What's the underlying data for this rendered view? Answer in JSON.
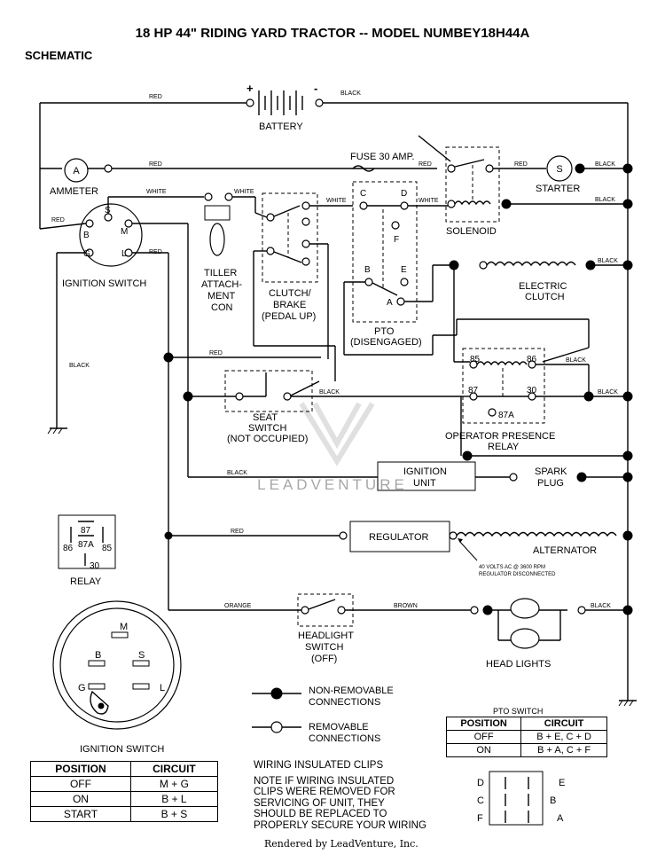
{
  "title": "18 HP 44\" RIDING YARD TRACTOR -- MODEL NUMBEY18H44A",
  "subtitle": "SCHEMATIC",
  "wires": {
    "red": "RED",
    "black": "BLACK",
    "white": "WHITE",
    "orange": "ORANGE",
    "brown": "BROWN"
  },
  "components": {
    "battery": "BATTERY",
    "battery_plus": "+",
    "battery_minus": "-",
    "fuse": "FUSE 30 AMP.",
    "ammeter": "AMMETER",
    "ammeter_symbol": "A",
    "starter": "STARTER",
    "starter_symbol": "S",
    "solenoid": "SOLENOID",
    "ignition_switch": "IGNITION SWITCH",
    "tiller": [
      "TILLER",
      "ATTACH-",
      "MENT",
      "CON"
    ],
    "clutch_brake": [
      "CLUTCH/",
      "BRAKE",
      "(PEDAL UP)"
    ],
    "pto": [
      "PTO",
      "(DISENGAGED)"
    ],
    "electric_clutch": [
      "ELECTRIC",
      "CLUTCH"
    ],
    "seat_switch": [
      "SEAT",
      "SWITCH",
      "(NOT OCCUPIED)"
    ],
    "operator_relay": [
      "OPERATOR PRESENCE",
      "RELAY"
    ],
    "ignition_unit": [
      "IGNITION",
      "UNIT"
    ],
    "spark_plug": [
      "SPARK",
      "PLUG"
    ],
    "regulator": "REGULATOR",
    "alternator": "ALTERNATOR",
    "alt_note": [
      "40 VOLTS AC @ 3600 RPM",
      "REGULATOR DISCONNECTED"
    ],
    "headlight_switch": [
      "HEADLIGHT",
      "SWITCH",
      "(OFF)"
    ],
    "head_lights": "HEAD LIGHTS",
    "relay": "RELAY",
    "ignition_switch_detail": "IGNITION SWITCH"
  },
  "terminals": {
    "ign": [
      "S",
      "B",
      "M",
      "G",
      "L"
    ],
    "pto": [
      "C",
      "D",
      "F",
      "B",
      "E",
      "A"
    ],
    "relay": [
      "85",
      "86",
      "87",
      "30",
      "87A"
    ]
  },
  "legend": {
    "non_removable": [
      "NON-REMOVABLE",
      "CONNECTIONS"
    ],
    "removable": [
      "REMOVABLE",
      "CONNECTIONS"
    ]
  },
  "pto_table": {
    "caption": "PTO SWITCH",
    "headers": [
      "POSITION",
      "CIRCUIT"
    ],
    "rows": [
      [
        "OFF",
        "B + E, C + D"
      ],
      [
        "ON",
        "B + A, C + F"
      ]
    ]
  },
  "ign_table": {
    "headers": [
      "POSITION",
      "CIRCUIT"
    ],
    "rows": [
      [
        "OFF",
        "M + G"
      ],
      [
        "ON",
        "B + L"
      ],
      [
        "START",
        "B + S"
      ]
    ]
  },
  "clips_note": {
    "heading": "WIRING INSULATED CLIPS",
    "body": [
      "NOTE  IF WIRING INSULATED",
      "CLIPS WERE REMOVED FOR",
      "SERVICING OF UNIT, THEY",
      "SHOULD BE REPLACED TO",
      "PROPERLY SECURE YOUR WIRING"
    ]
  },
  "watermark": "LEADVENTURE",
  "footer": "Rendered by LeadVenture, Inc."
}
